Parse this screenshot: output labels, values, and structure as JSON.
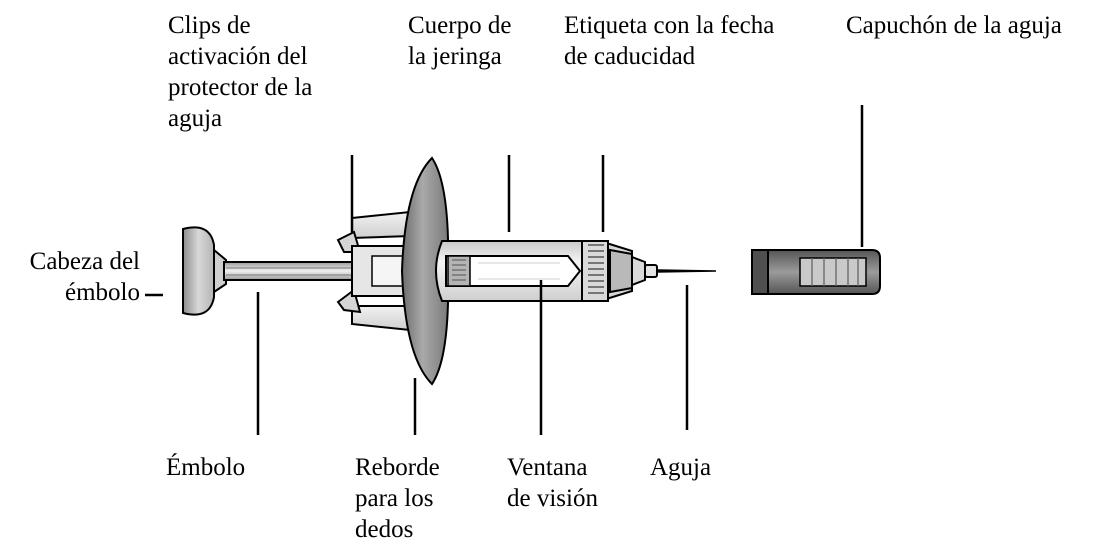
{
  "labels": {
    "clips": [
      "Clips de",
      "activación del",
      "protector de la",
      "aguja"
    ],
    "cuerpo": [
      "Cuerpo de",
      "la jeringa"
    ],
    "etiqueta": [
      "Etiqueta con la fecha",
      "de caducidad"
    ],
    "capuchon": [
      "Capuchón de la aguja"
    ],
    "cabeza": [
      "Cabeza del",
      "émbolo"
    ],
    "embolo": [
      "Émbolo"
    ],
    "reborde": [
      "Reborde",
      "para los",
      "dedos"
    ],
    "ventana": [
      "Ventana",
      "de visión"
    ],
    "aguja": [
      "Aguja"
    ]
  }
}
